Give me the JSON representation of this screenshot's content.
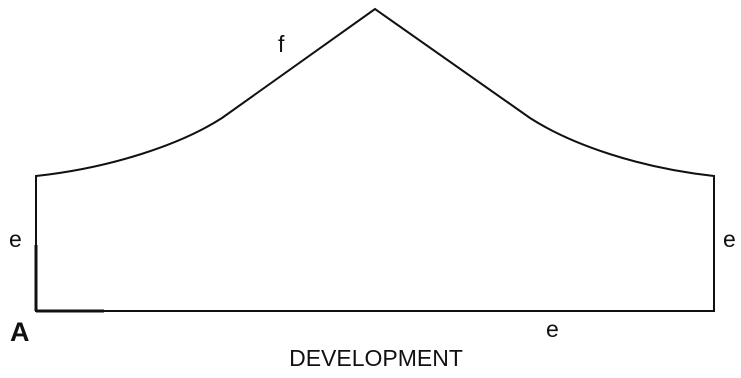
{
  "labels": {
    "curve": "f",
    "left_side": "e",
    "right_side": "e",
    "base": "e",
    "corner": "A"
  },
  "caption": "DEVELOPMENT",
  "colors": {
    "stroke": "#111111",
    "background": "#ffffff"
  }
}
